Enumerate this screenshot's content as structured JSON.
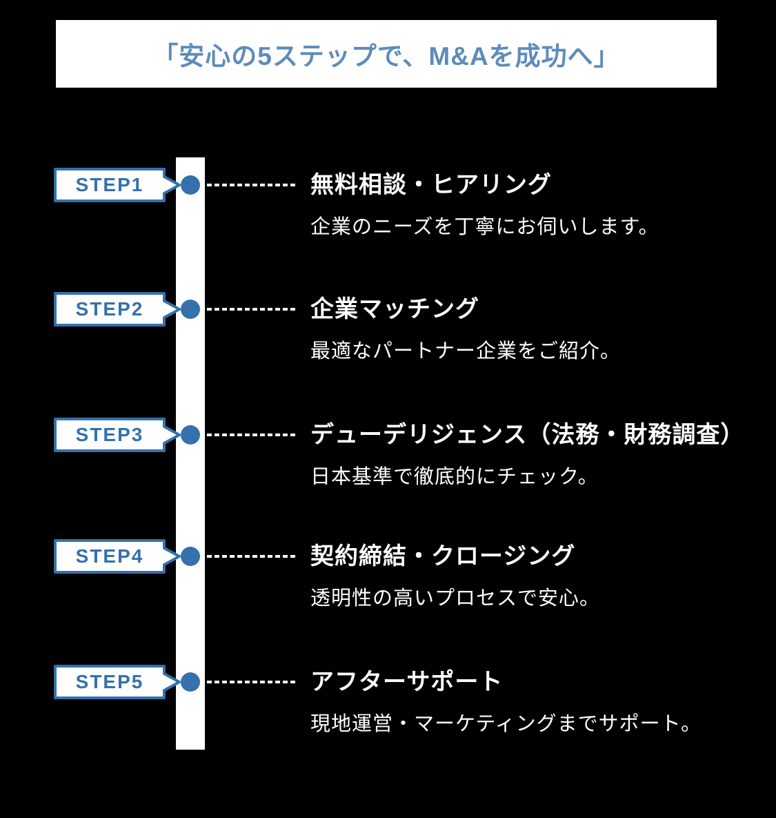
{
  "colors": {
    "background": "#000000",
    "accent_blue": "#3471ad",
    "header_text_blue": "#5d8cbb",
    "panel_white": "#ffffff",
    "body_text": "#ffffff"
  },
  "header": {
    "title": "「安心の5ステップで、M&Aを成功へ」"
  },
  "timeline": {
    "step_count": 5
  },
  "steps": [
    {
      "tag": "STEP1",
      "title": "無料相談・ヒアリング",
      "desc": "企業のニーズを丁寧にお伺いします。"
    },
    {
      "tag": "STEP2",
      "title": "企業マッチング",
      "desc": "最適なパートナー企業をご紹介。"
    },
    {
      "tag": "STEP3",
      "title": "デューデリジェンス（法務・財務調査）",
      "desc": "日本基準で徹底的にチェック。"
    },
    {
      "tag": "STEP4",
      "title": "契約締結・クロージング",
      "desc": "透明性の高いプロセスで安心。"
    },
    {
      "tag": "STEP5",
      "title": "アフターサポート",
      "desc": "現地運営・マーケティングまでサポート。"
    }
  ]
}
